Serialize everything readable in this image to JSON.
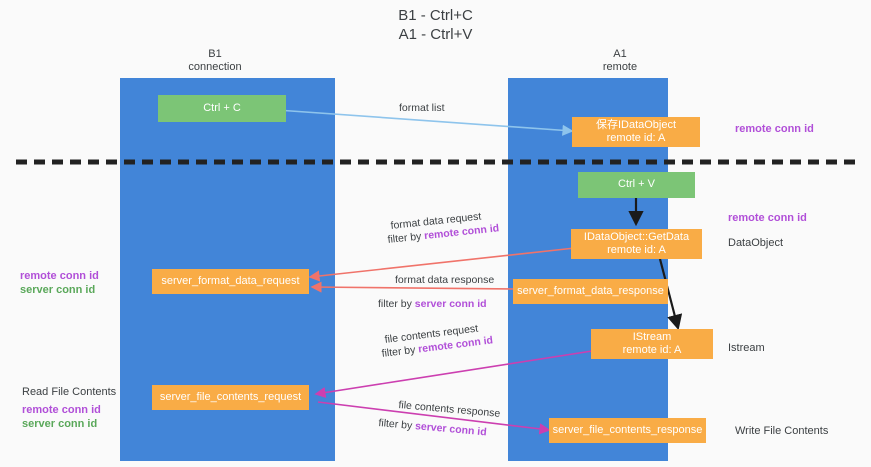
{
  "title": {
    "line1": "B1 - Ctrl+C",
    "line2": "A1 - Ctrl+V"
  },
  "columns": [
    {
      "name": "B1",
      "sub": "connection"
    },
    {
      "name": "A1",
      "sub": "remote"
    }
  ],
  "nodes": {
    "ctrl_c": {
      "line1": "Ctrl + C"
    },
    "idataobject_top": {
      "line1": "保存IDataObject",
      "line2": "remote id: A"
    },
    "ctrl_v": {
      "line1": "Ctrl + V"
    },
    "getdata": {
      "line1": "IDataObject::GetData",
      "line2": "remote id: A"
    },
    "server_format_request": {
      "line1": "server_format_data_request"
    },
    "server_format_response": {
      "line1": "server_format_data_response"
    },
    "istream": {
      "line1": "IStream",
      "line2": "remote id: A"
    },
    "server_file_request": {
      "line1": "server_file_contents_request"
    },
    "server_file_response": {
      "line1": "server_file_contents_response"
    }
  },
  "edge_labels": {
    "format_list": "format list",
    "format_data_request": "format data request",
    "format_data_request_filter_prefix": "filter by ",
    "format_data_request_filter_value": "remote conn id",
    "format_data_response": "format data response",
    "format_data_response_filter_prefix": "filter by ",
    "format_data_response_filter_value": "server conn id",
    "file_contents_request": "file contents request",
    "file_contents_request_filter_prefix": "filter by ",
    "file_contents_request_filter_value": "remote conn id",
    "file_contents_response": "file contents response",
    "file_contents_response_filter_prefix": "filter by ",
    "file_contents_response_filter_value": "server conn id"
  },
  "annotations": {
    "right_remote_conn_id_top": "remote conn id",
    "right_remote_conn_id_mid": "remote conn id",
    "right_dataobject": "DataObject",
    "right_istream": "Istream",
    "right_write_file_contents": "Write File Contents",
    "left_remote_conn_id_mid": "remote conn id",
    "left_server_conn_id_mid": "server conn id",
    "left_read_file_contents": "Read File Contents",
    "left_remote_conn_id_bottom": "remote conn id",
    "left_server_conn_id_bottom": "server conn id"
  },
  "colors": {
    "lane": "#4285d8",
    "green_node": "#7cc576",
    "orange_node": "#f9ac46",
    "purple": "#b14fd8",
    "green_text": "#5aa85a",
    "arrow_light_blue": "#8ec4ec",
    "arrow_red": "#f0736a",
    "arrow_magenta": "#cc3fb0",
    "arrow_black": "#1a1a1a",
    "divider": "#222222",
    "background": "#fafafa"
  }
}
